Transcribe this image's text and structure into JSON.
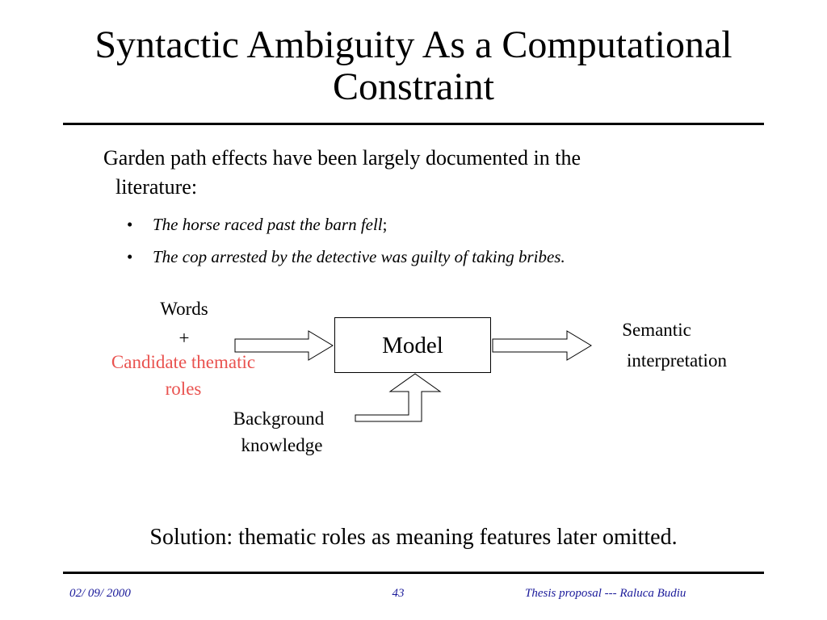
{
  "slide": {
    "title": "Syntactic Ambiguity As a Computational Constraint",
    "intro_line1": "Garden path effects have been largely documented in the",
    "intro_line2": "literature:",
    "bullets": [
      {
        "symbol": "•",
        "text": "The horse raced past the barn fell",
        "suffix": ";"
      },
      {
        "symbol": "•",
        "text": "The cop arrested by the detective was guilty of taking bribes.",
        "suffix": ""
      }
    ],
    "diagram": {
      "input_words": "Words",
      "input_plus": "+",
      "input_candidate_line1": "Candidate thematic",
      "input_candidate_line2": "roles",
      "model": "Model",
      "output_line1": "Semantic",
      "output_line2": "interpretation",
      "background_line1": "Background",
      "background_line2": "knowledge",
      "highlight_color": "#e9524f"
    },
    "solution": "Solution: thematic roles as meaning features  later omitted."
  },
  "footer": {
    "date": "02/ 09/ 2000",
    "page": "43",
    "author": "Thesis proposal ---  Raluca Budiu",
    "color": "#1a1a9a"
  }
}
